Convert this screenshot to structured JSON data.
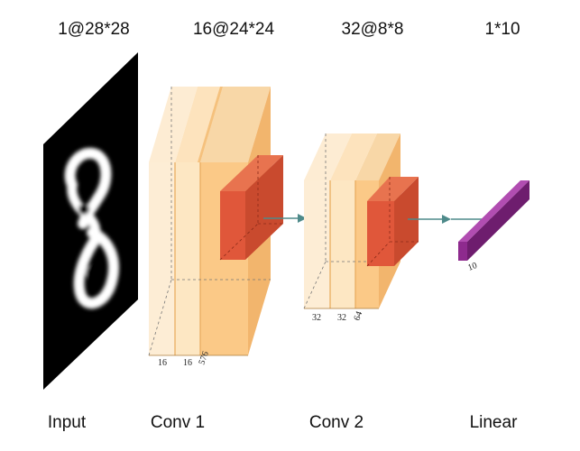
{
  "shapes": {
    "input": "1@28*28",
    "conv1": "16@24*24",
    "conv2": "32@8*8",
    "linear": "1*10"
  },
  "stages": {
    "input": "Input",
    "conv1": "Conv 1",
    "conv2": "Conv 2",
    "linear": "Linear"
  },
  "dims": {
    "conv1_a": "16",
    "conv1_b": "16",
    "conv1_c": "576",
    "conv2_a": "32",
    "conv2_b": "32",
    "conv2_c": "64",
    "linear_a": "10"
  },
  "colors": {
    "layer_light": "#fde7c3",
    "layer_mid": "#fbd39b",
    "layer_dark": "#f5b46a",
    "kernel_front": "#e0573a",
    "kernel_side": "#b73a22",
    "kernel_top": "#e8734f",
    "arrow": "#4e8a8a",
    "linear_front": "#8e2a8e",
    "linear_side": "#6e1d6e",
    "linear_top": "#b14db1"
  }
}
